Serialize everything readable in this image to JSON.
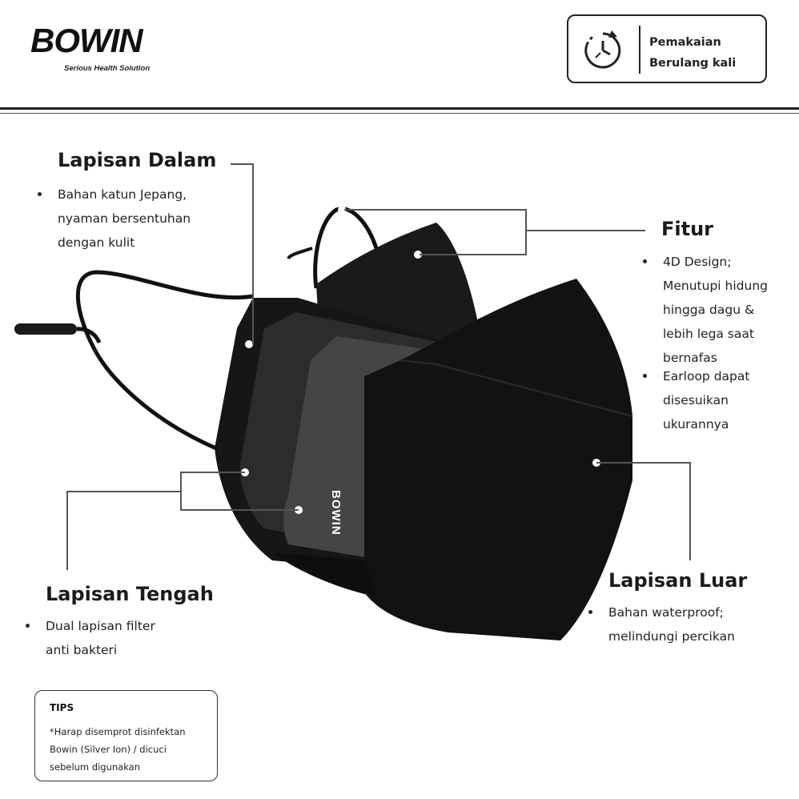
{
  "brand": {
    "name": "BOWIN",
    "tagline": "Serious Health Solution",
    "mask_label": "BOWIN"
  },
  "reuse_badge": {
    "line1": "Pemakaian",
    "line2": "Berulang kali",
    "icon": "clock-arrow-icon"
  },
  "sections": {
    "inner": {
      "title": "Lapisan Dalam",
      "bullet1_lines": [
        "Bahan katun Jepang,",
        "nyaman bersentuhan",
        "dengan kulit"
      ]
    },
    "features": {
      "title": "Fitur",
      "bullet1_lines": [
        "4D Design;",
        "Menutupi hidung",
        "hingga dagu &",
        "lebih lega saat",
        "bernafas"
      ],
      "bullet2_lines": [
        "Earloop dapat",
        "disesuikan",
        "ukurannya"
      ]
    },
    "middle": {
      "title": "Lapisan Tengah",
      "bullet1_lines": [
        "Dual lapisan filter",
        "anti bakteri"
      ]
    },
    "outer": {
      "title": "Lapisan Luar",
      "bullet1_lines": [
        "Bahan waterproof;",
        "melindungi percikan"
      ]
    }
  },
  "tips": {
    "title": "TIPS",
    "lines": [
      "*Harap disemprot disinfektan",
      "Bowin (Silver Ion) / dicuci",
      "sebelum digunakan"
    ]
  },
  "colors": {
    "mask_black": "#141414",
    "mask_gray_dark": "#2c2c2c",
    "mask_gray_mid": "#3e3e3e",
    "mask_gray_light": "#4c4c4c",
    "line": "#555555"
  }
}
